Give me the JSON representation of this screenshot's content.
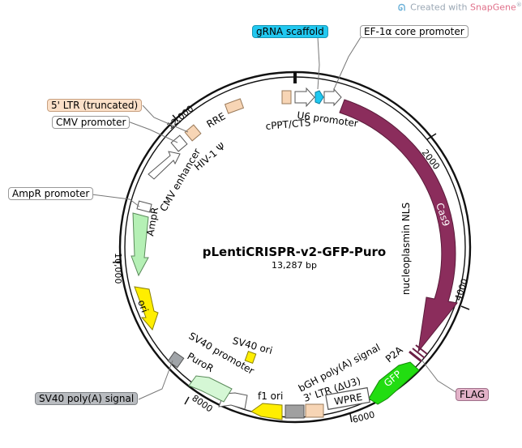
{
  "credit": {
    "prefix": "Created with ",
    "brand": "SnapGene",
    "mark": "®"
  },
  "plasmid": {
    "name": "pLentiCRISPR-v2-GFP-Puro",
    "length": "13,287 bp"
  },
  "ticks": [
    "2000",
    "4000",
    "6000",
    "8000",
    "10,000",
    "12,000"
  ],
  "colors": {
    "cas9": "#8b2d5c",
    "gfp": "#22dd11",
    "ori": "#ffee00",
    "f1ori": "#ffee00",
    "ampr": "#b5f0b5",
    "puror": "#d5f7d5",
    "ltr": "#f7d5b5",
    "wpre": "#ffffff",
    "bgh": "#a0a0a0",
    "grna": "#1ec8f0",
    "sv40polya": "#a0a4a8",
    "flag": "#dfa8c0"
  },
  "callouts": {
    "grna_scaffold": "gRNA scaffold",
    "ef1a": "EF-1α core promoter",
    "ltr5": "5' LTR (truncated)",
    "cmv_promoter": "CMV promoter",
    "ampr_promoter": "AmpR promoter",
    "sv40_polya": "SV40 poly(A) signal",
    "flag": "FLAG"
  },
  "features": {
    "rre": "RRE",
    "cppt": "cPPT/CTS",
    "u6": "U6 promoter",
    "hiv": "HIV-1 Ψ",
    "cmv_enhancer": "CMV enhancer",
    "ampr": "AmpR",
    "ori": "ori",
    "cas9": "Cas9",
    "nls": "nucleoplasmin NLS",
    "p2a": "P2A",
    "gfp": "GFP",
    "bgh": "bGH poly(A) signal",
    "ltr3": "3' LTR (ΔU3)",
    "wpre": "WPRE",
    "f1ori": "f1 ori",
    "sv40ori": "SV40 ori",
    "sv40promoter": "SV40 promoter",
    "puror": "PuroR"
  }
}
